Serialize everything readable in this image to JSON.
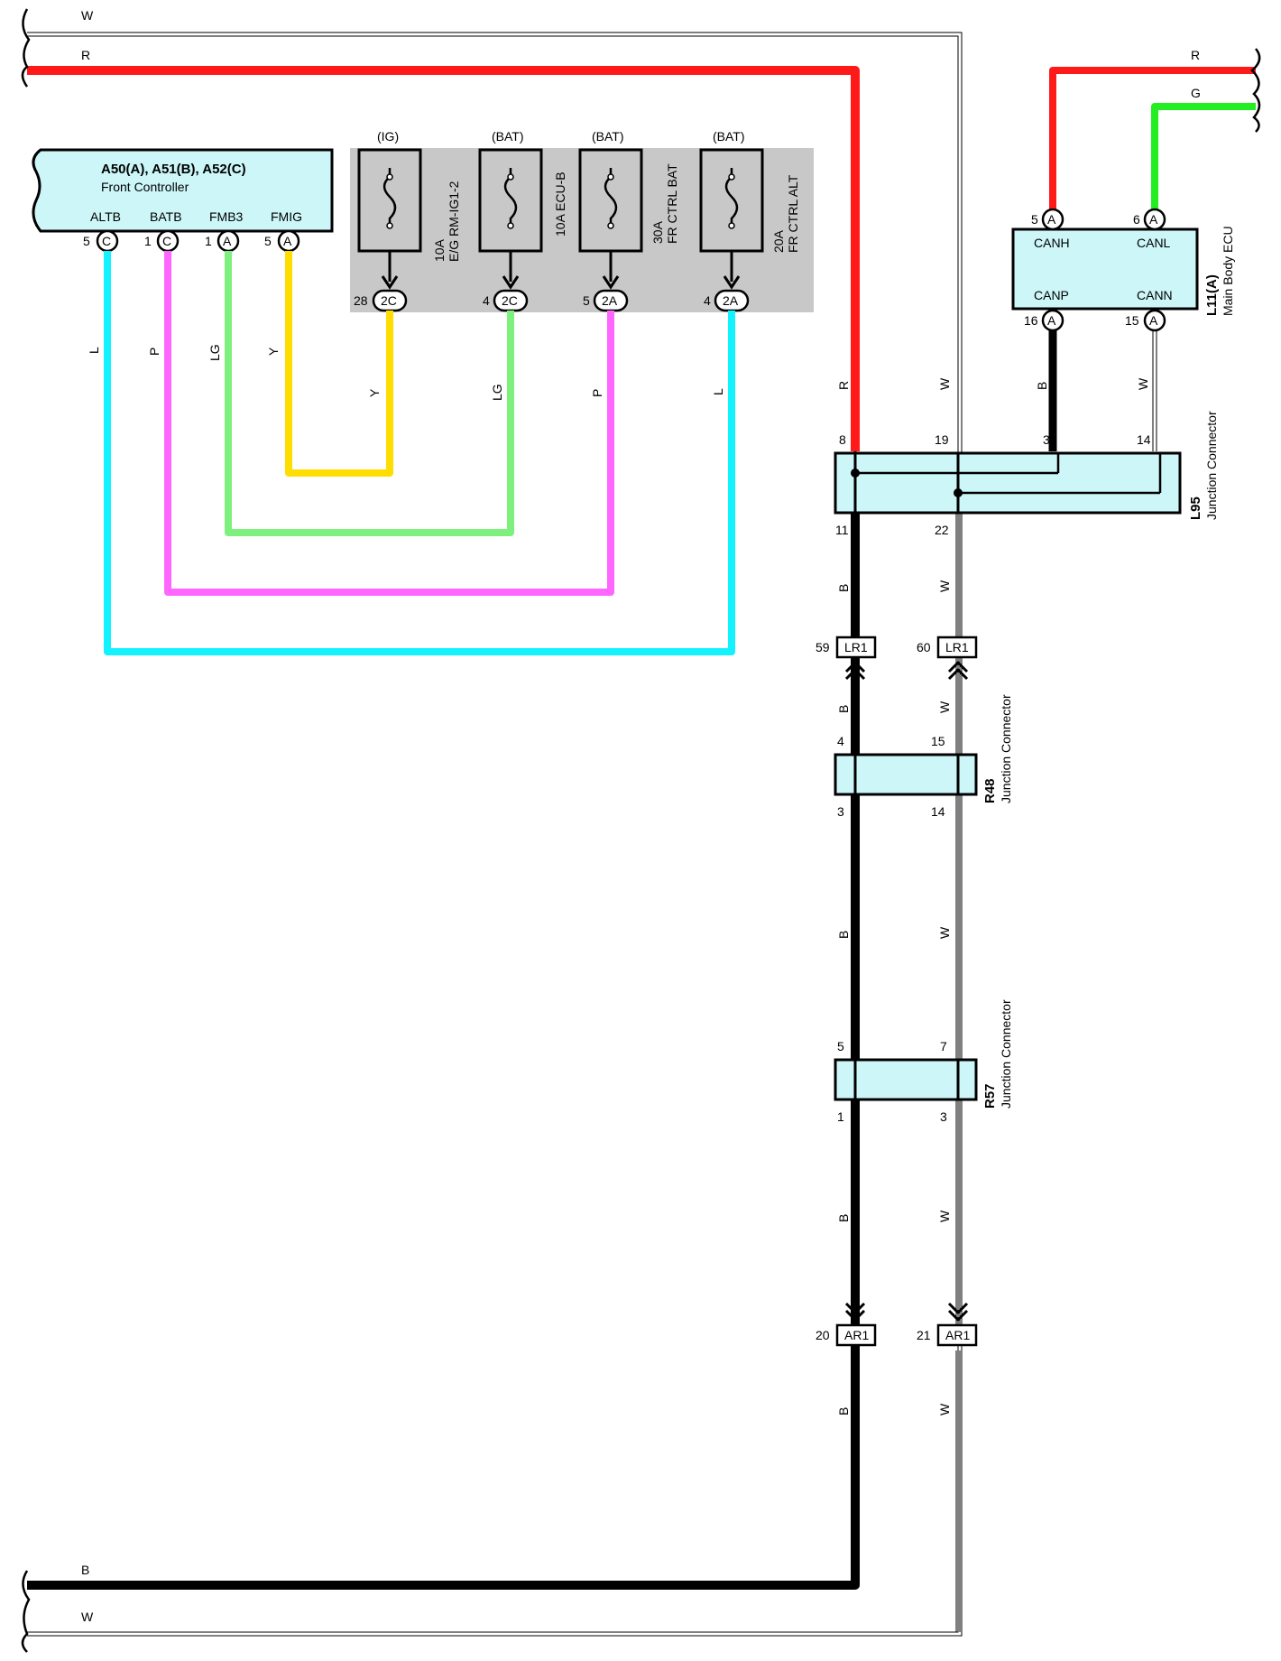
{
  "top_wires": {
    "w_label": "W",
    "r_label": "R"
  },
  "bottom_wires": {
    "b_label": "B",
    "w_label": "W"
  },
  "front_controller": {
    "title": "A50(A), A51(B), A52(C)",
    "subtitle": "Front Controller",
    "pins": [
      {
        "name": "ALTB",
        "num": "5",
        "conn": "C",
        "wire": "L"
      },
      {
        "name": "BATB",
        "num": "1",
        "conn": "C",
        "wire": "P"
      },
      {
        "name": "FMB3",
        "num": "1",
        "conn": "A",
        "wire": "LG"
      },
      {
        "name": "FMIG",
        "num": "5",
        "conn": "A",
        "wire": "Y"
      }
    ]
  },
  "fuses": [
    {
      "header": "(IG)",
      "rating": "10A",
      "name": "E/G RM-IG1-2",
      "pin": "28",
      "conn": "2C",
      "wire": "Y"
    },
    {
      "header": "(BAT)",
      "rating": "10A ECU-B",
      "name": "",
      "pin": "4",
      "conn": "2C",
      "wire": "LG"
    },
    {
      "header": "(BAT)",
      "rating": "30A",
      "name": "FR CTRL BAT",
      "pin": "5",
      "conn": "2A",
      "wire": "P"
    },
    {
      "header": "(BAT)",
      "rating": "20A",
      "name": "FR CTRL ALT",
      "pin": "4",
      "conn": "2A",
      "wire": "L"
    }
  ],
  "main_body_ecu": {
    "id": "L11(A)",
    "name": "Main Body ECU",
    "top_pins": [
      {
        "name": "CANH",
        "num": "5",
        "conn": "A",
        "wire": "R"
      },
      {
        "name": "CANL",
        "num": "6",
        "conn": "A",
        "wire": "G"
      }
    ],
    "bottom_pins": [
      {
        "name": "CANP",
        "num": "16",
        "conn": "A",
        "wire": "B"
      },
      {
        "name": "CANN",
        "num": "15",
        "conn": "A",
        "wire": "W"
      }
    ]
  },
  "l95": {
    "id": "L95",
    "name": "Junction Connector",
    "top_pins": [
      "8",
      "19",
      "3",
      "14"
    ],
    "bottom_pins": [
      "11",
      "22"
    ],
    "wire_labels": [
      "R",
      "W",
      "B",
      "W"
    ]
  },
  "lr1": {
    "left_num": "59",
    "right_num": "60",
    "label": "LR1",
    "wires_above": [
      "B",
      "W"
    ],
    "wires_below": [
      "B",
      "W"
    ]
  },
  "r48": {
    "id": "R48",
    "name": "Junction Connector",
    "top_pins": [
      "4",
      "15"
    ],
    "bottom_pins": [
      "3",
      "14"
    ],
    "wires_below": [
      "B",
      "W"
    ]
  },
  "r57": {
    "id": "R57",
    "name": "Junction Connector",
    "top_pins": [
      "5",
      "7"
    ],
    "bottom_pins": [
      "1",
      "3"
    ],
    "wires_below": [
      "B",
      "W"
    ]
  },
  "ar1": {
    "left_num": "20",
    "right_num": "21",
    "label": "AR1",
    "wires_below": [
      "B",
      "W"
    ]
  },
  "colors": {
    "R": "#ff1a1a",
    "G": "#22ee22",
    "L": "#12f2ff",
    "P": "#ff66ff",
    "LG": "#7ef07e",
    "Y": "#ffdd00",
    "B": "#000000",
    "component_fill": "#ccf6f8",
    "fuse_box": "#c8c8c8"
  }
}
